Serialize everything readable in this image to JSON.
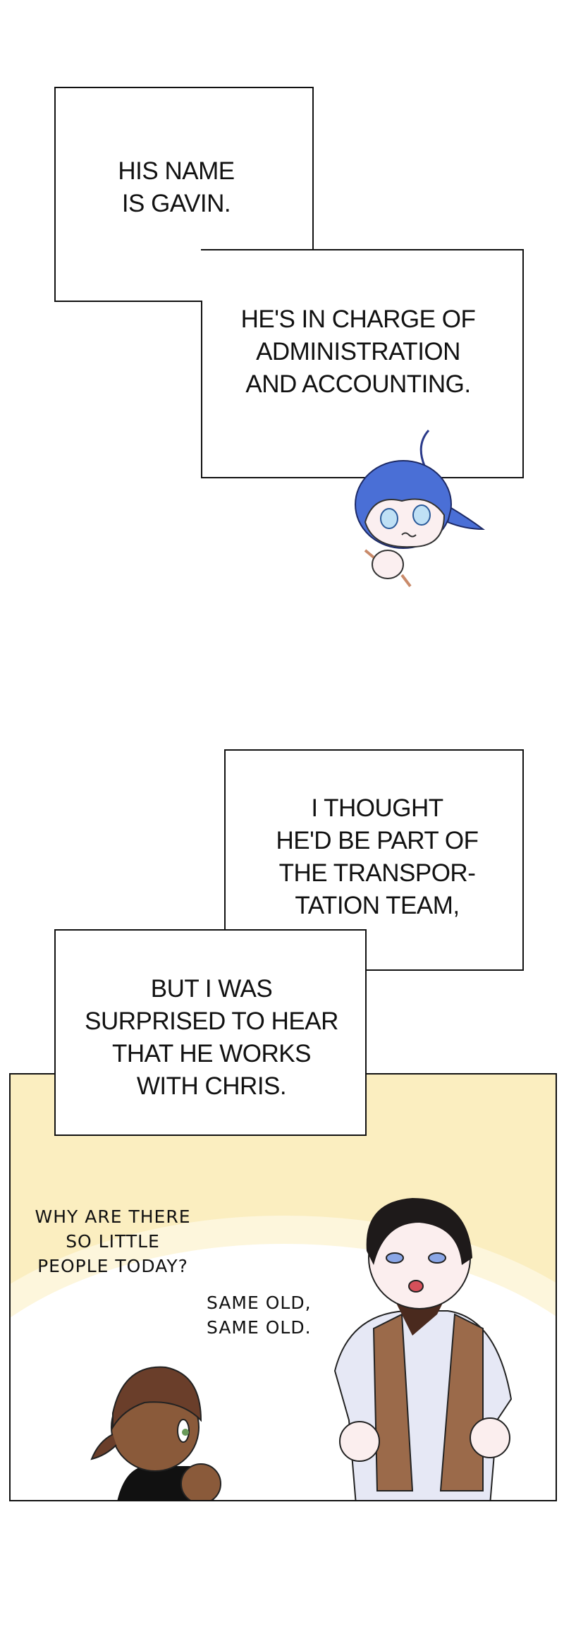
{
  "captions": [
    {
      "lines": [
        "HIS NAME",
        "IS GAVIN."
      ]
    },
    {
      "lines": [
        "HE'S IN CHARGE OF",
        "ADMINISTRATION",
        "AND ACCOUNTING."
      ]
    },
    {
      "lines": [
        "I THOUGHT",
        "HE'D BE PART OF",
        "THE TRANSPOR-",
        "TATION TEAM,"
      ]
    },
    {
      "lines": [
        "BUT I WAS",
        "SURPRISED TO HEAR",
        "THAT HE WORKS",
        "WITH CHRIS."
      ]
    }
  ],
  "dialogue": [
    {
      "speaker": "boy",
      "lines": [
        "WHY ARE THERE",
        "SO LITTLE",
        "PEOPLE TODAY?"
      ]
    },
    {
      "speaker": "man",
      "lines": [
        "SAME OLD,",
        "SAME OLD."
      ]
    }
  ],
  "colors": {
    "panel_bg": "#fbeec0",
    "hair_blue": "#4a6fd6",
    "vest": "#9b6a4a"
  }
}
